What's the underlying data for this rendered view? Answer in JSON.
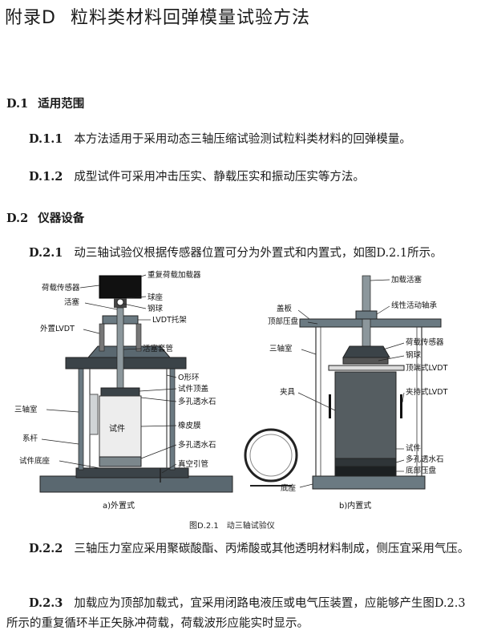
{
  "header": {
    "appendix": "附录D",
    "title": "粒料类材料回弹模量试验方法"
  },
  "sections": {
    "d1": {
      "number": "D.1",
      "title": "适用范围"
    },
    "d2": {
      "number": "D.2",
      "title": "仪器设备"
    }
  },
  "paragraphs": {
    "p111": {
      "number": "D.1.1",
      "text": "本方法适用于采用动态三轴压缩试验测试粒料类材料的回弹模量。"
    },
    "p112": {
      "number": "D.1.2",
      "text": "成型试件可采用冲击压实、静载压实和振动压实等方法。"
    },
    "p221": {
      "number": "D.2.1",
      "text": "动三轴试验仪根据传感器位置可分为外置式和内置式，如图D.2.1所示。"
    },
    "p222": {
      "number": "D.2.2",
      "text": "三轴压力室应采用聚碳酸酯、丙烯酸或其他透明材料制成，侧压宜采用气压。"
    },
    "p223": {
      "number": "D.2.3",
      "text": "加载应为顶部加载式，宜采用闭路电液压或电气压装置，应能够产生图D.2.3所示的重复循环半正矢脉冲荷载，荷载波形应能实时显示。"
    }
  },
  "figure": {
    "caption": "图D.2.1　动三轴试验仪",
    "left": {
      "sublabel": "a)外置式",
      "labels": {
        "repeat_loader": "重复荷载加载器",
        "load_sensor": "荷载传感器",
        "ball_seat": "球座",
        "piston": "活塞",
        "steel_ball": "钢球",
        "lvdt_bracket": "LVDT托架",
        "external_lvdt": "外置LVDT",
        "piston_sleeve": "活塞套管",
        "o_ring": "O形环",
        "specimen_top_cap": "试件顶盖",
        "porous_stone_top": "多孔透水石",
        "triaxial_chamber": "三轴室",
        "rubber_membrane": "橡皮膜",
        "specimen": "试件",
        "tie_rod": "系杆",
        "porous_stone_bottom": "多孔透水石",
        "specimen_base": "试件底座",
        "vacuum_tube": "真空引管"
      }
    },
    "right": {
      "sublabel": "b)内置式",
      "labels": {
        "loading_piston": "加载活塞",
        "cover_plate": "盖板",
        "linear_bearing": "线性活动轴承",
        "top_platen": "顶部压盘",
        "load_sensor": "荷载传感器",
        "triaxial_chamber": "三轴室",
        "steel_ball": "钢球",
        "top_lvdt": "顶端式LVDT",
        "clamp": "夹具",
        "clamp_lvdt": "夹持式LVDT",
        "specimen": "试件",
        "porous_stone": "多孔透水石",
        "bottom_platen": "底部压盘",
        "base": "底座"
      }
    }
  }
}
